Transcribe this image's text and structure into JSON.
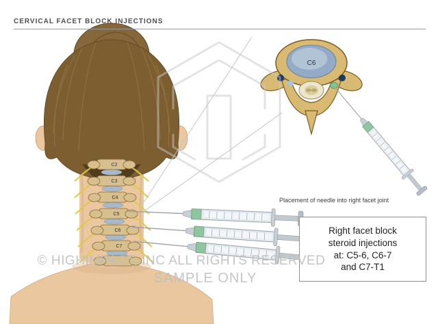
{
  "title": "CERVICAL FACET BLOCK INJECTIONS",
  "spine_labels": [
    "C2",
    "C3",
    "C4",
    "C5",
    "C6",
    "C7"
  ],
  "inset": {
    "vertebra_label": "C6",
    "caption": "Placement of needle into right facet joint"
  },
  "note_box": {
    "lines": [
      "Right facet block",
      "steroid injections",
      "at: C5-6, C6-7",
      "and C7-T1"
    ]
  },
  "watermark": {
    "line1": "© HIGHIMPACT, INC ALL RIGHTS RESERVED",
    "line2": "SAMPLE ONLY"
  },
  "colors": {
    "skin": "#eac79e",
    "hair": "#7c5e31",
    "bone": "#d8c08e",
    "nerve_yellow": "#dfca4a",
    "disc_blue": "#93abc6",
    "canal_navy": "#1d3a63",
    "syringe_green": "#8fc6a0",
    "watermark_gray": "#c9c9c9"
  }
}
